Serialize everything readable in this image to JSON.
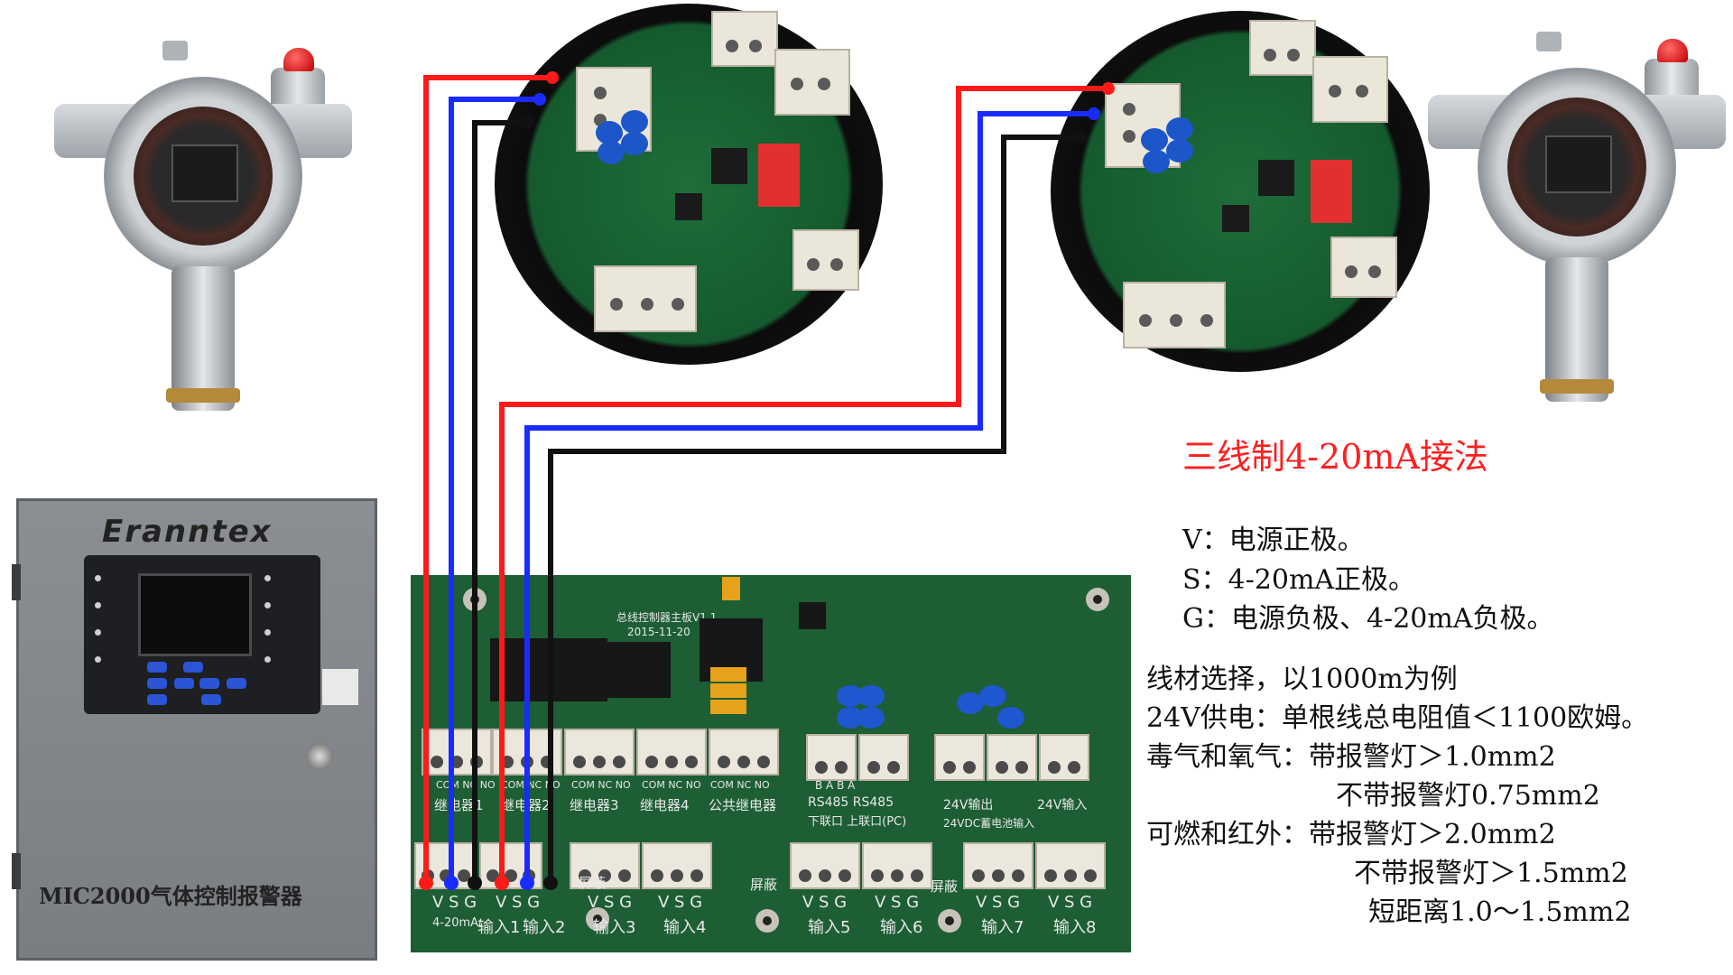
{
  "diagram_title": "三线制4-20mA接法",
  "legend": [
    "V：电源正极。",
    "S：4-20mA正极。",
    "G：电源负极、4-20mA负极。"
  ],
  "wire_spec": {
    "heading": "线材选择，以1000m为例",
    "lines": [
      "24V供电：单根线总电阻值＜1100欧姆。",
      "毒气和氧气：带报警灯＞1.0mm2",
      "不带报警灯0.75mm2",
      "可燃和红外：带报警灯＞2.0mm2",
      "不带报警灯＞1.5mm2",
      "短距离1.0～1.5mm2"
    ]
  },
  "controller": {
    "brand": "Eranntex",
    "label": "MIC2000气体控制报警器"
  },
  "mainboard": {
    "board_title": "总线控制器主板V1.1",
    "board_date": "2015-11-20",
    "relay_pin_labels": [
      "COM NC NO",
      "COM NC NO",
      "COM NC NO",
      "COM NC NO",
      "COM NC NO"
    ],
    "relay_labels": [
      "继电器1",
      "继电器2",
      "继电器3",
      "继电器4",
      "公共继电器"
    ],
    "rs485_pins": "B A    B A",
    "rs485_label": "RS485    RS485",
    "link_label": "下联口 上联口(PC)",
    "out24_label": "24V输出",
    "in24_label": "24V输入",
    "battery_label": "24VDC蓄电池输入",
    "shield_label": "屏蔽",
    "vsg": "V S G",
    "current_label": "4-20mA:",
    "inputs": [
      "输入1",
      "输入2",
      "输入3",
      "输入4",
      "输入5",
      "输入6",
      "输入7",
      "输入8"
    ]
  },
  "wire_colors": {
    "power_positive": "#ff1a1a",
    "signal": "#1a2bff",
    "ground": "#111111"
  }
}
